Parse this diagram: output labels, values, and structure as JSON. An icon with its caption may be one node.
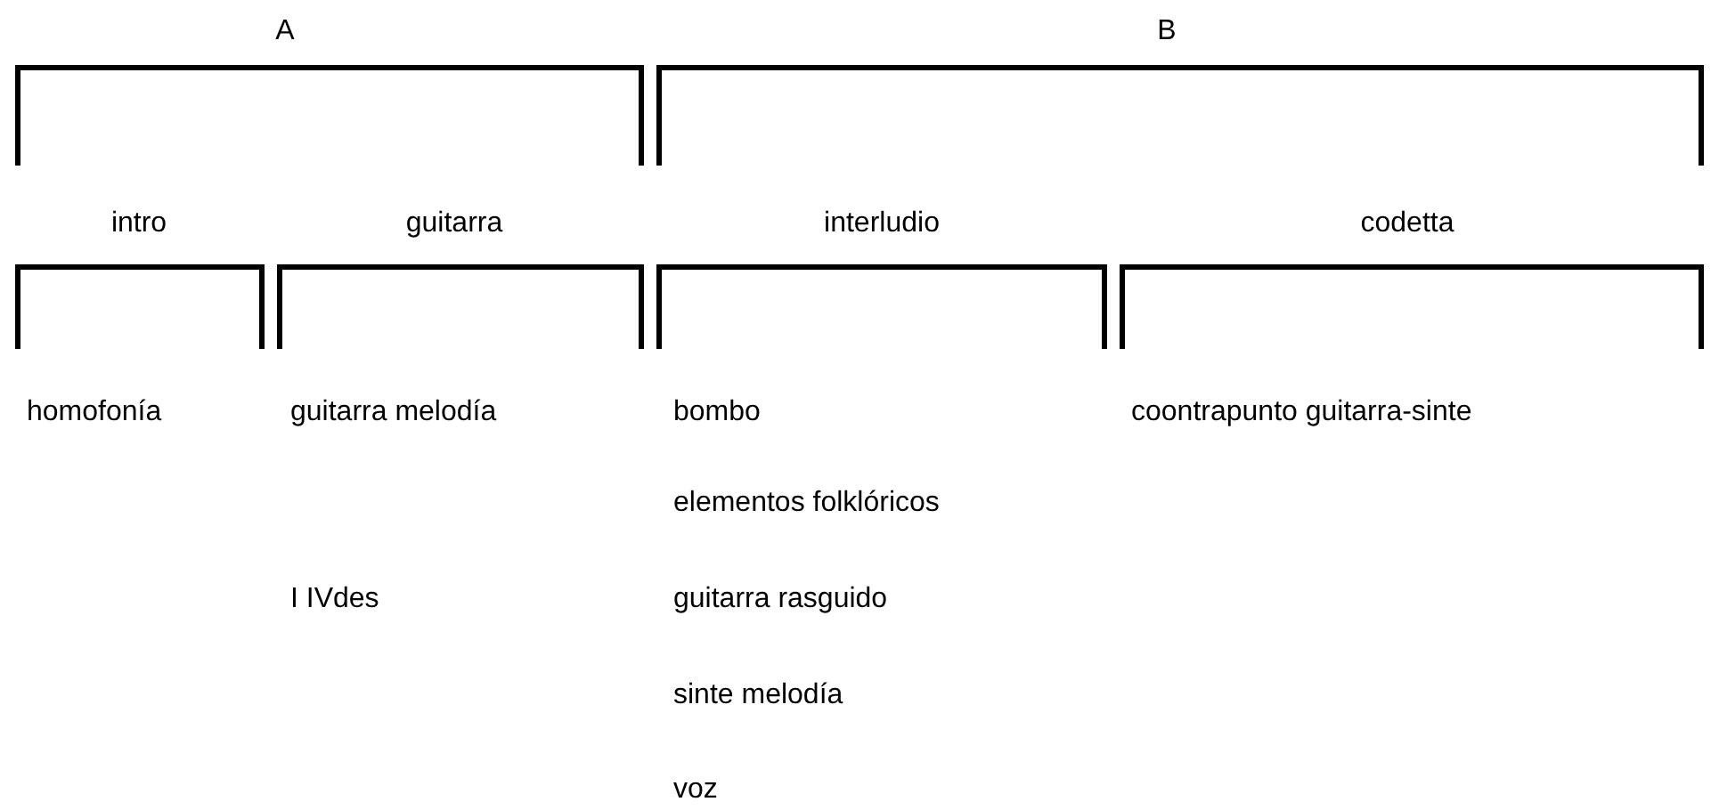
{
  "diagram": {
    "labels": [
      "A",
      "B",
      "intro",
      "guitarra",
      "interludio",
      "codetta",
      "homofonía",
      "guitarra melodía",
      "bombo",
      "coontrapunto guitarra-sinte",
      "elementos folklóricos",
      "I IVdes",
      "guitarra rasguido",
      "sinte melodía",
      "voz"
    ]
  }
}
